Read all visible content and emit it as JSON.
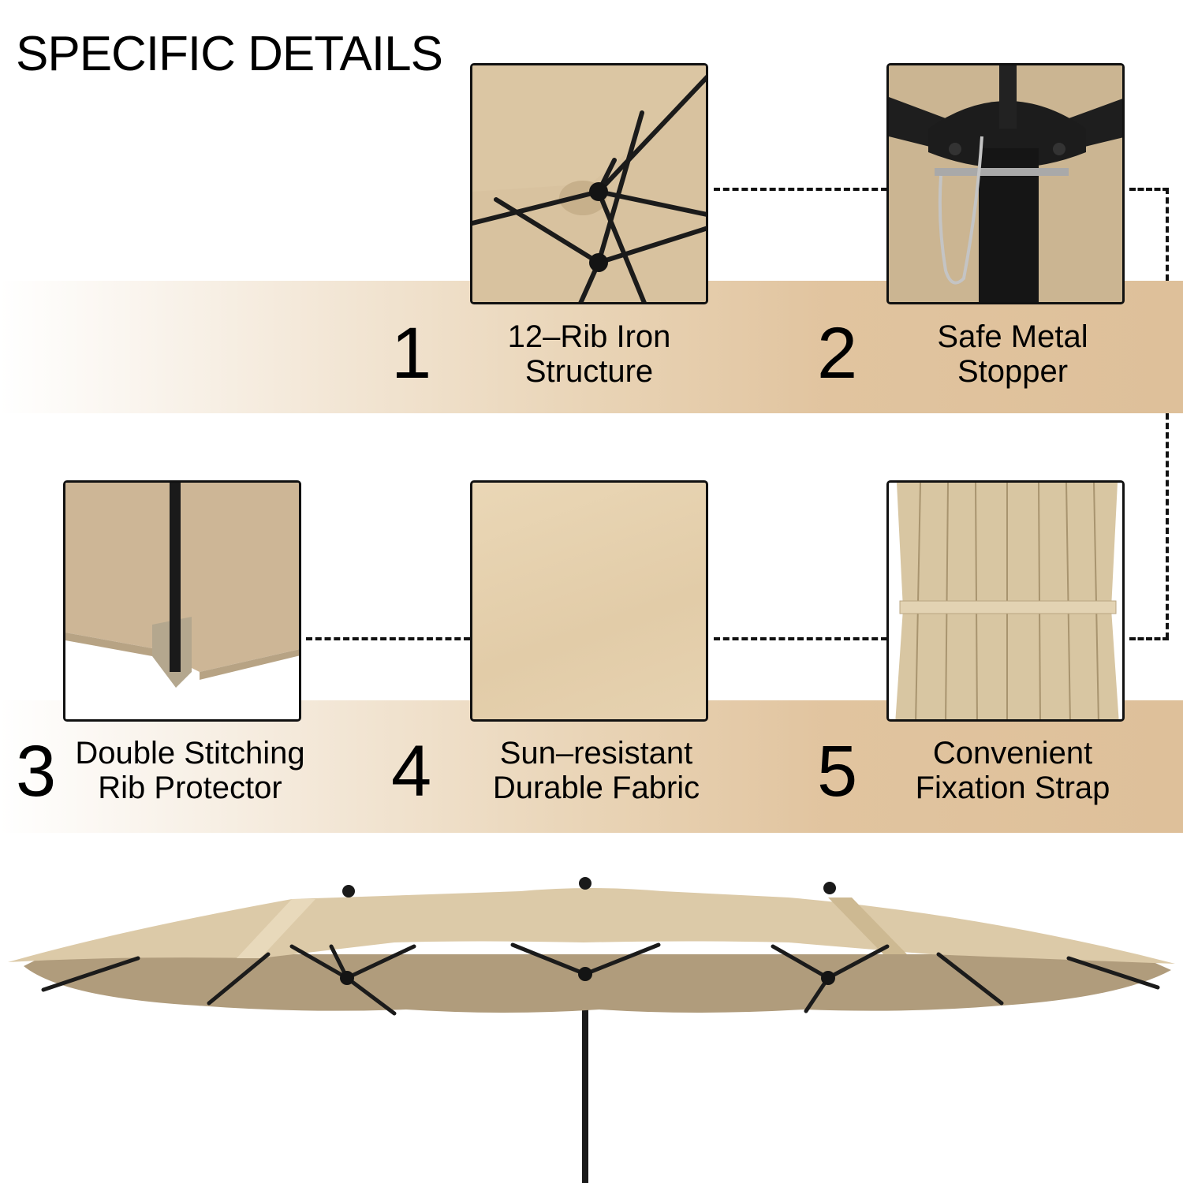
{
  "header": {
    "title": "SPECIFIC DETAILS"
  },
  "features": [
    {
      "number": "1",
      "line1": "12–Rib Iron",
      "line2": "Structure",
      "image": "umbrella-rib-hub-closeup"
    },
    {
      "number": "2",
      "line1": "Safe Metal",
      "line2": "Stopper",
      "image": "pole-stopper-chain-closeup"
    },
    {
      "number": "3",
      "line1": "Double Stitching",
      "line2": "Rib Protector",
      "image": "rib-tip-protector-closeup"
    },
    {
      "number": "4",
      "line1": "Sun–resistant",
      "line2": "Durable Fabric",
      "image": "fabric-texture-closeup"
    },
    {
      "number": "5",
      "line1": "Convenient",
      "line2": "Fixation Strap",
      "image": "closed-canopy-strap-closeup"
    }
  ],
  "hero": {
    "image": "double-sided-patio-umbrella"
  },
  "colors": {
    "fabric": "#d9c7a5",
    "fabric_shadow": "#b9a582",
    "band_end": "#dec09a",
    "frame": "#111111"
  }
}
